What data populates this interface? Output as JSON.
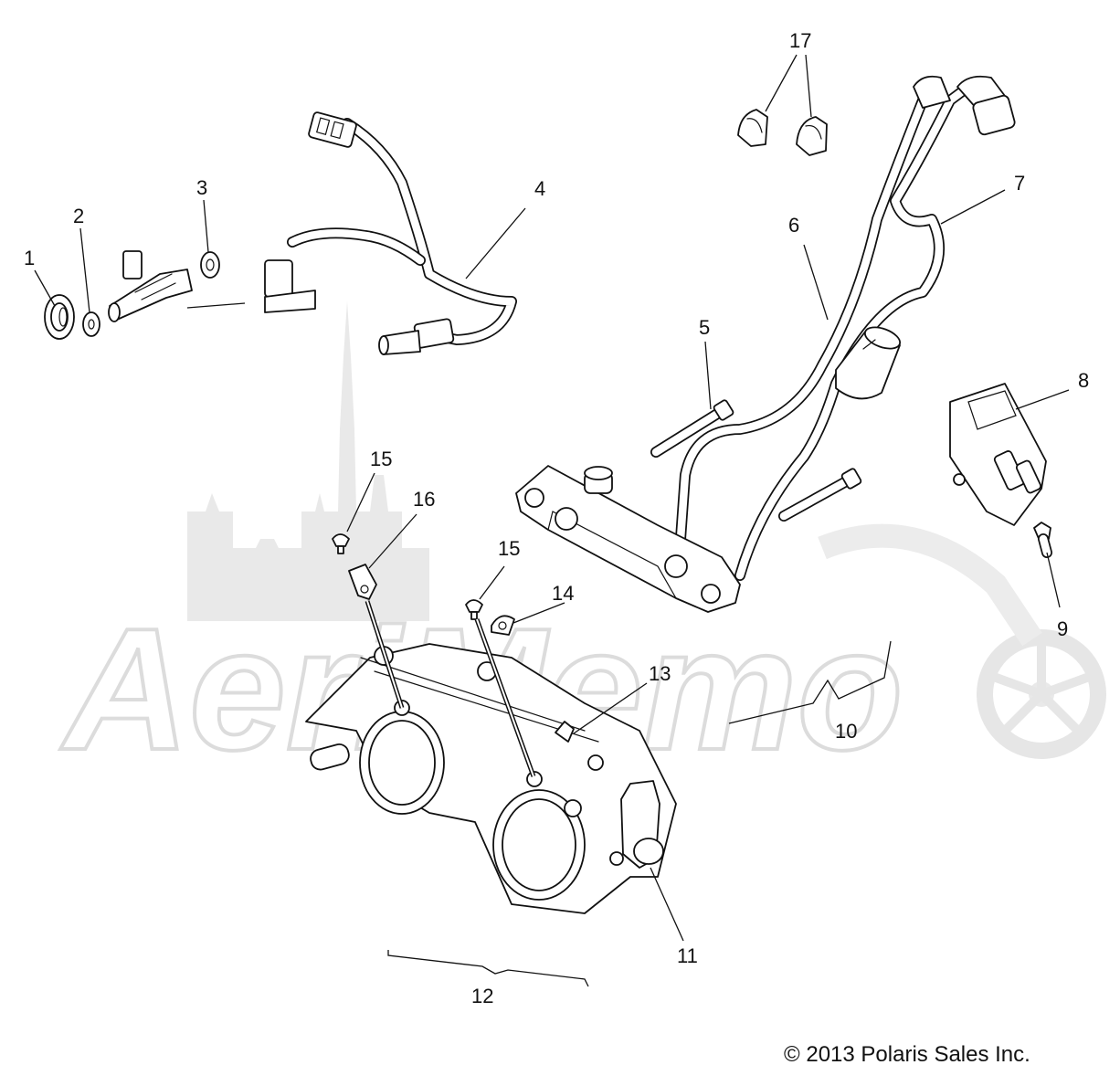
{
  "copyright": "© 2013 Polaris Sales Inc.",
  "watermark_text": "AeriMemo",
  "callouts": [
    "1",
    "2",
    "3",
    "4",
    "5",
    "6",
    "7",
    "8",
    "9",
    "10",
    "11",
    "12",
    "13",
    "14",
    "15",
    "15",
    "16",
    "17"
  ],
  "colors": {
    "line": "#111111",
    "watermark": "#dcdcdc",
    "background": "#ffffff"
  }
}
